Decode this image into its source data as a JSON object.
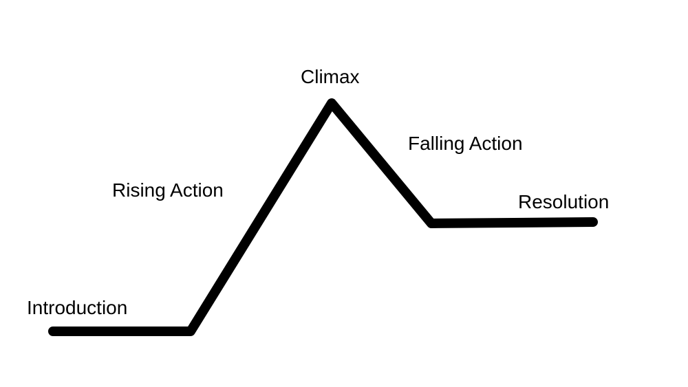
{
  "diagram": {
    "stages": [
      {
        "id": "introduction",
        "label": "Introduction"
      },
      {
        "id": "rising-action",
        "label": "Rising Action"
      },
      {
        "id": "climax",
        "label": "Climax"
      },
      {
        "id": "falling-action",
        "label": "Falling Action"
      },
      {
        "id": "resolution",
        "label": "Resolution"
      }
    ],
    "line_color": "#000000",
    "background_color": "#ffffff"
  }
}
